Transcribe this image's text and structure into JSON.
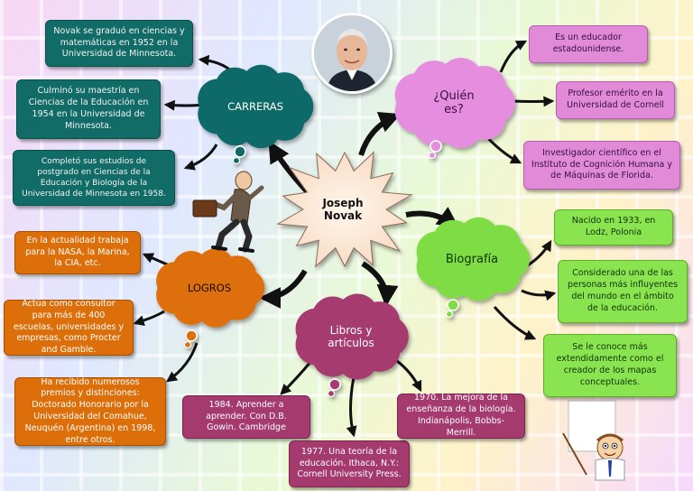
{
  "center": {
    "title": "Joseph\nNovak"
  },
  "hubs": {
    "carreras": {
      "label": "CARRERAS",
      "color": "#116b67"
    },
    "quien": {
      "label": "¿Quién\nes?",
      "color": "#e58ee0"
    },
    "biografia": {
      "label": "Biografía",
      "color": "#7fdc44"
    },
    "logros": {
      "label": "LOGROS",
      "color": "#dd6f0a"
    },
    "libros": {
      "label": "Libros y\nartículos",
      "color": "#a53a6e"
    }
  },
  "carreras_items": [
    "Novak se graduó en ciencias y matemáticas en 1952 en la Universidad de Minnesota.",
    "Culminó su maestría en Ciencias de la Educación en 1954 en la Universidad de Minnesota.",
    "Completó sus estudios de postgrado en Ciencias de la Educación y Biología de la Universidad de Minnesota en 1958."
  ],
  "quien_items": [
    "Es un educador estadounidense.",
    "Profesor emérito en la Universidad de Cornell",
    "Investigador científico en el Instituto de Cognición Humana y de Máquinas de Florida."
  ],
  "biografia_items": [
    "Nacido en 1933, en Lodz, Polonia",
    "Considerado una de las personas más influyentes del mundo en el ámbito de la educación.",
    "Se le conoce más extendidamente como el creador de los mapas conceptuales."
  ],
  "logros_items": [
    "En la actualidad trabaja para la NASA, la Marina, la CIA, etc.",
    "Actúa como consultor para más de 400 escuelas, universidades y empresas, como Procter and Gamble.",
    "Ha recibido numerosos premios y distinciones: Doctorado Honorario por la Universidad del Comahue, Neuquén (Argentina) en 1998, entre otros."
  ],
  "libros_items": [
    "1984. Aprender a aprender. Con D.B. Gowin. Cambridge",
    "1977. Una teoría de la educación. Ithaca, N.Y.: Cornell University Press.",
    "1970. La mejora de la enseñanza de la biología. Indianápolis, Bobbs-Merrill."
  ],
  "icons": {
    "portrait": "portrait-photo",
    "runner": "running-businessman-clipart",
    "presenter": "presenter-with-board-clipart"
  }
}
